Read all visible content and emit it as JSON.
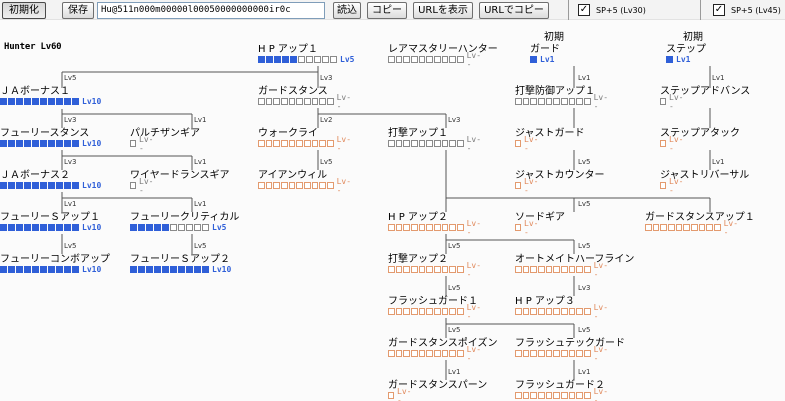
{
  "toolbar": {
    "reset": "初期化",
    "save": "保存",
    "code": "Hu@511n000m00000l00050000000000ir0c",
    "load": "読込",
    "copy": "コピー",
    "show_url": "URLを表示",
    "copy_url": "URLでコピー",
    "sp30": "SP+5 (Lv30)",
    "sp45": "SP+5 (Lv45)",
    "check_mark": "✓"
  },
  "class_title": "Hunter Lv60",
  "nodes": [
    {
      "name": "H P アップ１",
      "lv": "Lv5",
      "filled": 5,
      "total": 10,
      "color": "blue"
    },
    {
      "name": "レアマスタリーハンター",
      "lv": "Lv--",
      "filled": 0,
      "total": 10,
      "color": "gray"
    },
    {
      "name": "初期",
      "lv": "",
      "filled": 0,
      "total": 0,
      "color": "gray"
    },
    {
      "name": "ガード",
      "lv": "Lv1",
      "filled": 1,
      "total": 1,
      "color": "blue"
    },
    {
      "name": "初期",
      "lv": "",
      "filled": 0,
      "total": 0,
      "color": "gray"
    },
    {
      "name": "ステップ",
      "lv": "Lv1",
      "filled": 1,
      "total": 1,
      "color": "blue"
    },
    {
      "name": "ＪＡボーナス１",
      "lv": "Lv10",
      "filled": 10,
      "total": 10,
      "color": "blue"
    },
    {
      "name": "ガードスタンス",
      "lv": "Lv--",
      "filled": 0,
      "total": 10,
      "color": "gray"
    },
    {
      "name": "打撃防御アップ１",
      "lv": "Lv--",
      "filled": 0,
      "total": 10,
      "color": "gray"
    },
    {
      "name": "ステップアドバンス",
      "lv": "Lv--",
      "filled": 0,
      "total": 1,
      "color": "gray"
    },
    {
      "name": "フューリースタンス",
      "lv": "Lv10",
      "filled": 10,
      "total": 10,
      "color": "blue"
    },
    {
      "name": "パルチザンギア",
      "lv": "Lv--",
      "filled": 0,
      "total": 1,
      "color": "gray"
    },
    {
      "name": "ウォークライ",
      "lv": "Lv--",
      "filled": 0,
      "total": 10,
      "color": "orange"
    },
    {
      "name": "打撃アップ１",
      "lv": "Lv--",
      "filled": 0,
      "total": 10,
      "color": "gray"
    },
    {
      "name": "ジャストガード",
      "lv": "Lv--",
      "filled": 0,
      "total": 1,
      "color": "orange"
    },
    {
      "name": "ステップアタック",
      "lv": "Lv--",
      "filled": 0,
      "total": 1,
      "color": "orange"
    },
    {
      "name": "ＪＡボーナス２",
      "lv": "Lv10",
      "filled": 10,
      "total": 10,
      "color": "blue"
    },
    {
      "name": "ワイヤードランスギア",
      "lv": "Lv--",
      "filled": 0,
      "total": 1,
      "color": "gray"
    },
    {
      "name": "アイアンウィル",
      "lv": "Lv--",
      "filled": 0,
      "total": 10,
      "color": "orange"
    },
    {
      "name": "ジャストカウンター",
      "lv": "Lv--",
      "filled": 0,
      "total": 1,
      "color": "orange"
    },
    {
      "name": "ジャストリバーサル",
      "lv": "Lv--",
      "filled": 0,
      "total": 1,
      "color": "orange"
    },
    {
      "name": "フューリーＳアップ１",
      "lv": "Lv10",
      "filled": 10,
      "total": 10,
      "color": "blue"
    },
    {
      "name": "フューリークリティカル",
      "lv": "Lv5",
      "filled": 5,
      "total": 10,
      "color": "blue"
    },
    {
      "name": "H P アップ２",
      "lv": "Lv--",
      "filled": 0,
      "total": 10,
      "color": "orange"
    },
    {
      "name": "ソードギア",
      "lv": "Lv--",
      "filled": 0,
      "total": 1,
      "color": "orange"
    },
    {
      "name": "ガードスタンスアップ１",
      "lv": "Lv--",
      "filled": 0,
      "total": 10,
      "color": "orange"
    },
    {
      "name": "フューリーコンボアップ",
      "lv": "Lv10",
      "filled": 10,
      "total": 10,
      "color": "blue"
    },
    {
      "name": "フューリーＳアップ２",
      "lv": "Lv10",
      "filled": 10,
      "total": 10,
      "color": "blue"
    },
    {
      "name": "打撃アップ２",
      "lv": "Lv--",
      "filled": 0,
      "total": 10,
      "color": "orange"
    },
    {
      "name": "オートメイトハーフライン",
      "lv": "Lv--",
      "filled": 0,
      "total": 10,
      "color": "orange"
    },
    {
      "name": "フラッシュガード１",
      "lv": "Lv--",
      "filled": 0,
      "total": 10,
      "color": "orange"
    },
    {
      "name": "H P アップ３",
      "lv": "Lv--",
      "filled": 0,
      "total": 10,
      "color": "orange"
    },
    {
      "name": "ガードスタンスポイズン",
      "lv": "Lv--",
      "filled": 0,
      "total": 10,
      "color": "orange"
    },
    {
      "name": "フラッシュテックガード",
      "lv": "Lv--",
      "filled": 0,
      "total": 10,
      "color": "orange"
    },
    {
      "name": "ガードスタンスパーン",
      "lv": "Lv--",
      "filled": 0,
      "total": 1,
      "color": "orange"
    },
    {
      "name": "フラッシュガード２",
      "lv": "Lv--",
      "filled": 0,
      "total": 10,
      "color": "orange"
    }
  ],
  "requirements": [
    "Lv5",
    "Lv3",
    "Lv1",
    "Lv1",
    "Lv3",
    "Lv1",
    "Lv2",
    "Lv3",
    "Lv3",
    "Lv1",
    "Lv5",
    "Lv5",
    "Lv1",
    "Lv1",
    "Lv1",
    "Lv5",
    "Lv5",
    "Lv5",
    "Lv5",
    "Lv5",
    "Lv5",
    "Lv3",
    "Lv5",
    "Lv5",
    "Lv1",
    "Lv1"
  ]
}
